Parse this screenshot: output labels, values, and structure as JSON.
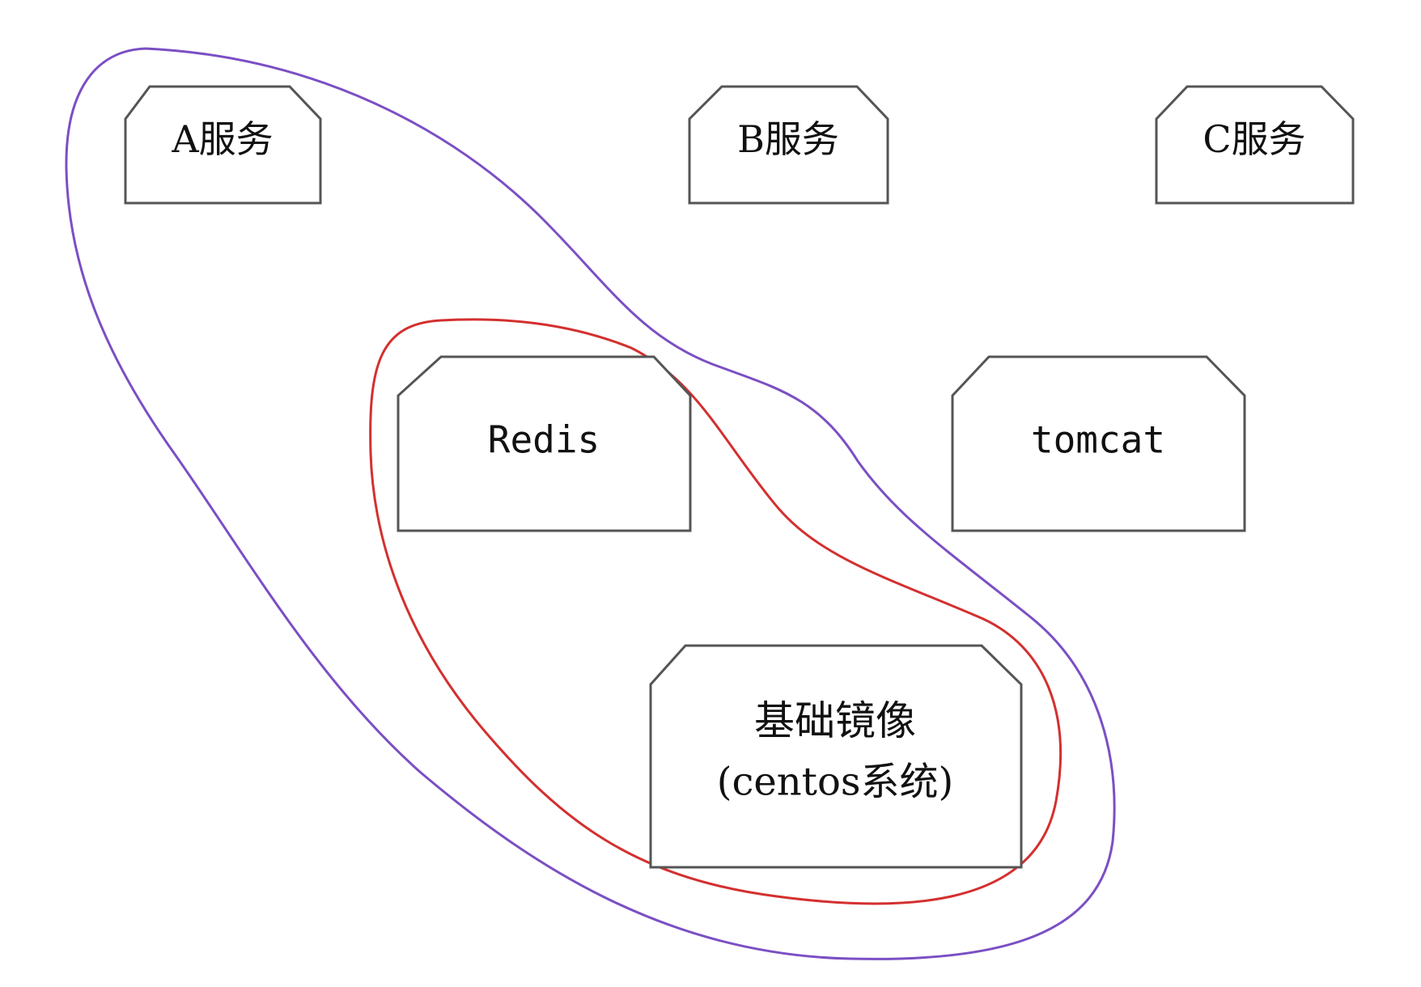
{
  "diagram": {
    "groups": {
      "outer": {
        "color": "#7b4fc4"
      },
      "inner": {
        "color": "#d3302f"
      }
    },
    "boxes": {
      "a_service": {
        "label": "A服务"
      },
      "b_service": {
        "label": "B服务"
      },
      "c_service": {
        "label": "C服务"
      },
      "redis": {
        "label": "Redis"
      },
      "tomcat": {
        "label": "tomcat"
      },
      "base_image": {
        "line1": "基础镜像",
        "line2": "(centos系统)"
      }
    }
  }
}
